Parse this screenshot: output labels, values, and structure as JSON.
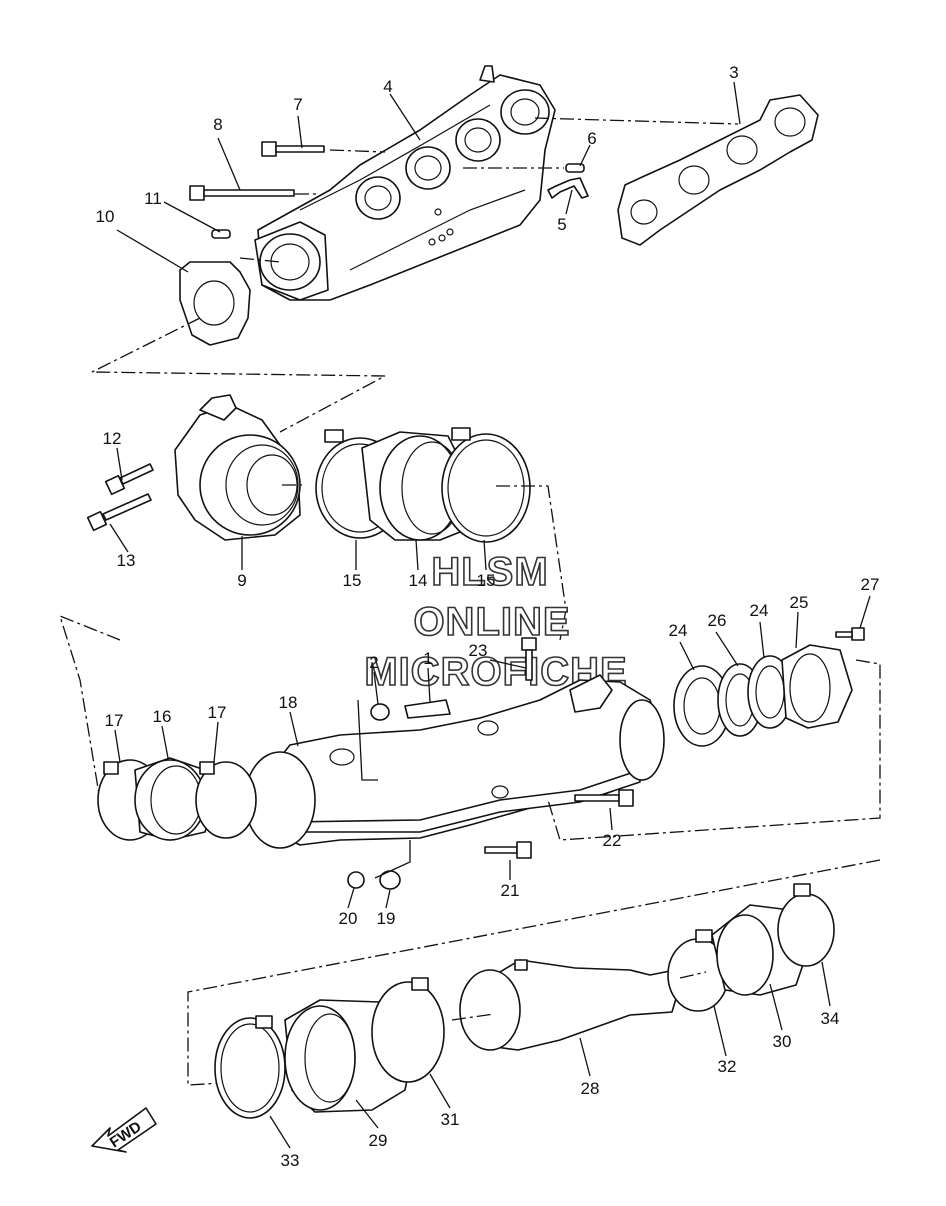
{
  "callouts": {
    "c1": "1",
    "c2": "2",
    "c3": "3",
    "c4": "4",
    "c5": "5",
    "c6": "6",
    "c7": "7",
    "c8": "8",
    "c9": "9",
    "c10": "10",
    "c11": "11",
    "c12": "12",
    "c13": "13",
    "c14": "14",
    "c15a": "15",
    "c15b": "15",
    "c16": "16",
    "c17a": "17",
    "c17b": "17",
    "c18": "18",
    "c19": "19",
    "c20": "20",
    "c21": "21",
    "c22": "22",
    "c23": "23",
    "c24a": "24",
    "c24b": "24",
    "c25": "25",
    "c26": "26",
    "c27": "27",
    "c28": "28",
    "c29": "29",
    "c30": "30",
    "c31": "31",
    "c32": "32",
    "c33": "33",
    "c34": "34"
  },
  "watermark": {
    "line1": "HLSM",
    "line2": "ONLINE",
    "line3": "MICROFICHE"
  },
  "direction_label": "FWD"
}
